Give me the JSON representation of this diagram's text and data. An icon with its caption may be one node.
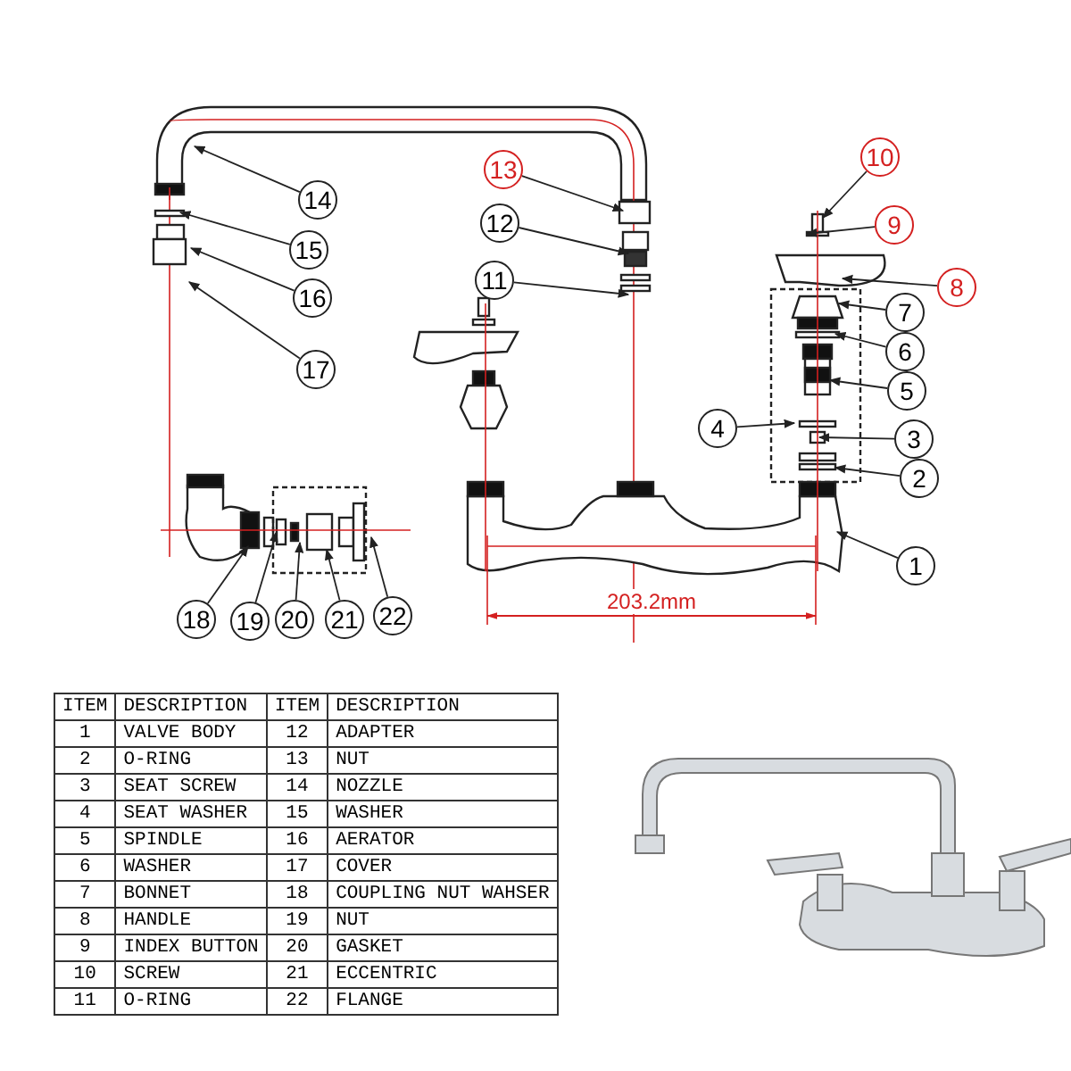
{
  "diagram": {
    "nodes": [
      {
        "text": [
          "10"
        ]
      },
      {
        "text": [
          "13"
        ]
      },
      {
        "text": [
          "9"
        ]
      },
      {
        "text": [
          "14"
        ]
      },
      {
        "text": [
          "8"
        ]
      },
      {
        "text": [
          "12"
        ]
      },
      {
        "text": [
          "7"
        ]
      },
      {
        "text": [
          "15"
        ]
      },
      {
        "text": [
          "11"
        ]
      },
      {
        "text": [
          "6"
        ]
      },
      {
        "text": [
          "16"
        ]
      },
      {
        "text": [
          "5"
        ]
      },
      {
        "text": [
          "4"
        ]
      },
      {
        "text": [
          "3"
        ]
      },
      {
        "text": [
          "17"
        ]
      },
      {
        "text": [
          "2"
        ]
      },
      {
        "text": [
          "1"
        ]
      },
      {
        "text": [
          "18"
        ]
      },
      {
        "text": [
          "19"
        ]
      },
      {
        "text": [
          "20"
        ]
      },
      {
        "text": [
          "21"
        ]
      },
      {
        "text": [
          "22"
        ]
      }
    ],
    "edges": [
      {
        "from": 0,
        "to": null,
        "arrow": "to"
      },
      {
        "from": 1,
        "to": null,
        "arrow": "to"
      },
      {
        "from": 2,
        "to": null,
        "arrow": "to"
      },
      {
        "from": 3,
        "to": null,
        "arrow": "to"
      },
      {
        "from": 4,
        "to": null,
        "arrow": "to"
      },
      {
        "from": 5,
        "to": null,
        "arrow": "to"
      },
      {
        "from": 6,
        "to": null,
        "arrow": "to"
      },
      {
        "from": 7,
        "to": null,
        "arrow": "to"
      },
      {
        "from": 8,
        "to": null,
        "arrow": "to"
      },
      {
        "from": 9,
        "to": null,
        "arrow": "to"
      },
      {
        "from": 10,
        "to": null,
        "arrow": "to"
      },
      {
        "from": 11,
        "to": null,
        "arrow": "to"
      },
      {
        "from": 12,
        "to": null,
        "arrow": "to"
      },
      {
        "from": 13,
        "to": null,
        "arrow": "to"
      },
      {
        "from": 14,
        "to": null,
        "arrow": "to"
      },
      {
        "from": 15,
        "to": null,
        "arrow": "to"
      },
      {
        "from": 16,
        "to": null,
        "arrow": "to"
      },
      {
        "from": 17,
        "to": null,
        "arrow": "to"
      },
      {
        "from": 18,
        "to": null,
        "arrow": "to"
      },
      {
        "from": 19,
        "to": null,
        "arrow": "to"
      },
      {
        "from": 20,
        "to": null,
        "arrow": "to"
      },
      {
        "from": 21,
        "to": null,
        "arrow": "to"
      }
    ],
    "labels": [
      "203.2mm",
      "ITEM",
      "DESCRIPTION",
      "ITEM",
      "DESCRIPTION",
      "1",
      "VALVE BODY",
      "12",
      "ADAPTER",
      "2",
      "O-RING",
      "13",
      "NUT",
      "3",
      "SEAT SCREW",
      "14",
      "NOZZLE",
      "4",
      "SEAT WASHER",
      "15",
      "WASHER",
      "5",
      "SPINDLE",
      "16",
      "AERATOR",
      "6",
      "WASHER",
      "17",
      "COVER",
      "7",
      "BONNET",
      "18",
      "COUPLING NUT WAHSER",
      "8",
      "HANDLE",
      "19",
      "NUT",
      "9",
      "INDEX BUTTON",
      "20",
      "GASKET",
      "10",
      "SCREW",
      "21",
      "ECCENTRIC",
      "11",
      "O-RING",
      "22",
      "FLANGE"
    ]
  }
}
